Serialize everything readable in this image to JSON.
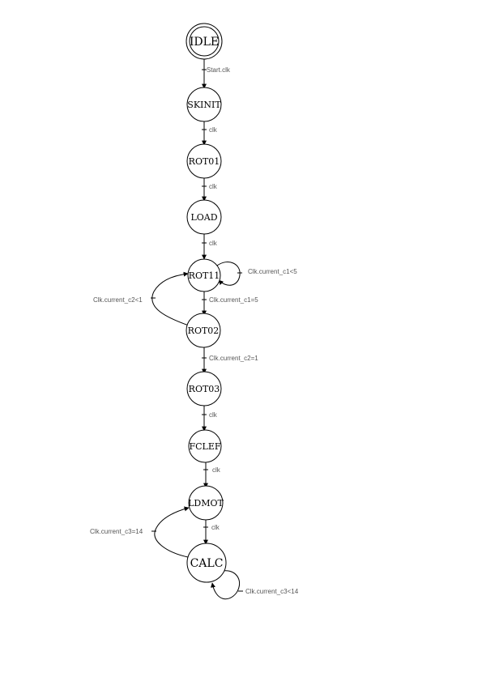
{
  "diagram": {
    "states": [
      {
        "id": "IDLE",
        "label": "IDLE",
        "initial": true
      },
      {
        "id": "SKINIT",
        "label": "SKINIT"
      },
      {
        "id": "ROT01",
        "label": "ROT01"
      },
      {
        "id": "LOAD",
        "label": "LOAD"
      },
      {
        "id": "ROT11",
        "label": "ROT11"
      },
      {
        "id": "ROT02",
        "label": "ROT02"
      },
      {
        "id": "ROT03",
        "label": "ROT03"
      },
      {
        "id": "FCLEF",
        "label": "FCLEF"
      },
      {
        "id": "LDMOT",
        "label": "LDMOT"
      },
      {
        "id": "CALC",
        "label": "CALC"
      }
    ],
    "transitions": [
      {
        "from": "IDLE",
        "to": "SKINIT",
        "label": "Start.clk"
      },
      {
        "from": "SKINIT",
        "to": "ROT01",
        "label": "clk"
      },
      {
        "from": "ROT01",
        "to": "LOAD",
        "label": "clk"
      },
      {
        "from": "LOAD",
        "to": "ROT11",
        "label": "clk"
      },
      {
        "from": "ROT11",
        "to": "ROT11",
        "label": "Clk.current_c1<5"
      },
      {
        "from": "ROT11",
        "to": "ROT02",
        "label": "Clk.current_c1=5"
      },
      {
        "from": "ROT02",
        "to": "ROT11",
        "label": "Clk.current_c2<1"
      },
      {
        "from": "ROT02",
        "to": "ROT03",
        "label": "Clk.current_c2=1"
      },
      {
        "from": "ROT03",
        "to": "FCLEF",
        "label": "clk"
      },
      {
        "from": "FCLEF",
        "to": "LDMOT",
        "label": "clk"
      },
      {
        "from": "LDMOT",
        "to": "CALC",
        "label": "clk"
      },
      {
        "from": "CALC",
        "to": "LDMOT",
        "label": "Clk.current_c3=14"
      },
      {
        "from": "CALC",
        "to": "CALC",
        "label": "Clk.current_c3<14"
      }
    ]
  }
}
